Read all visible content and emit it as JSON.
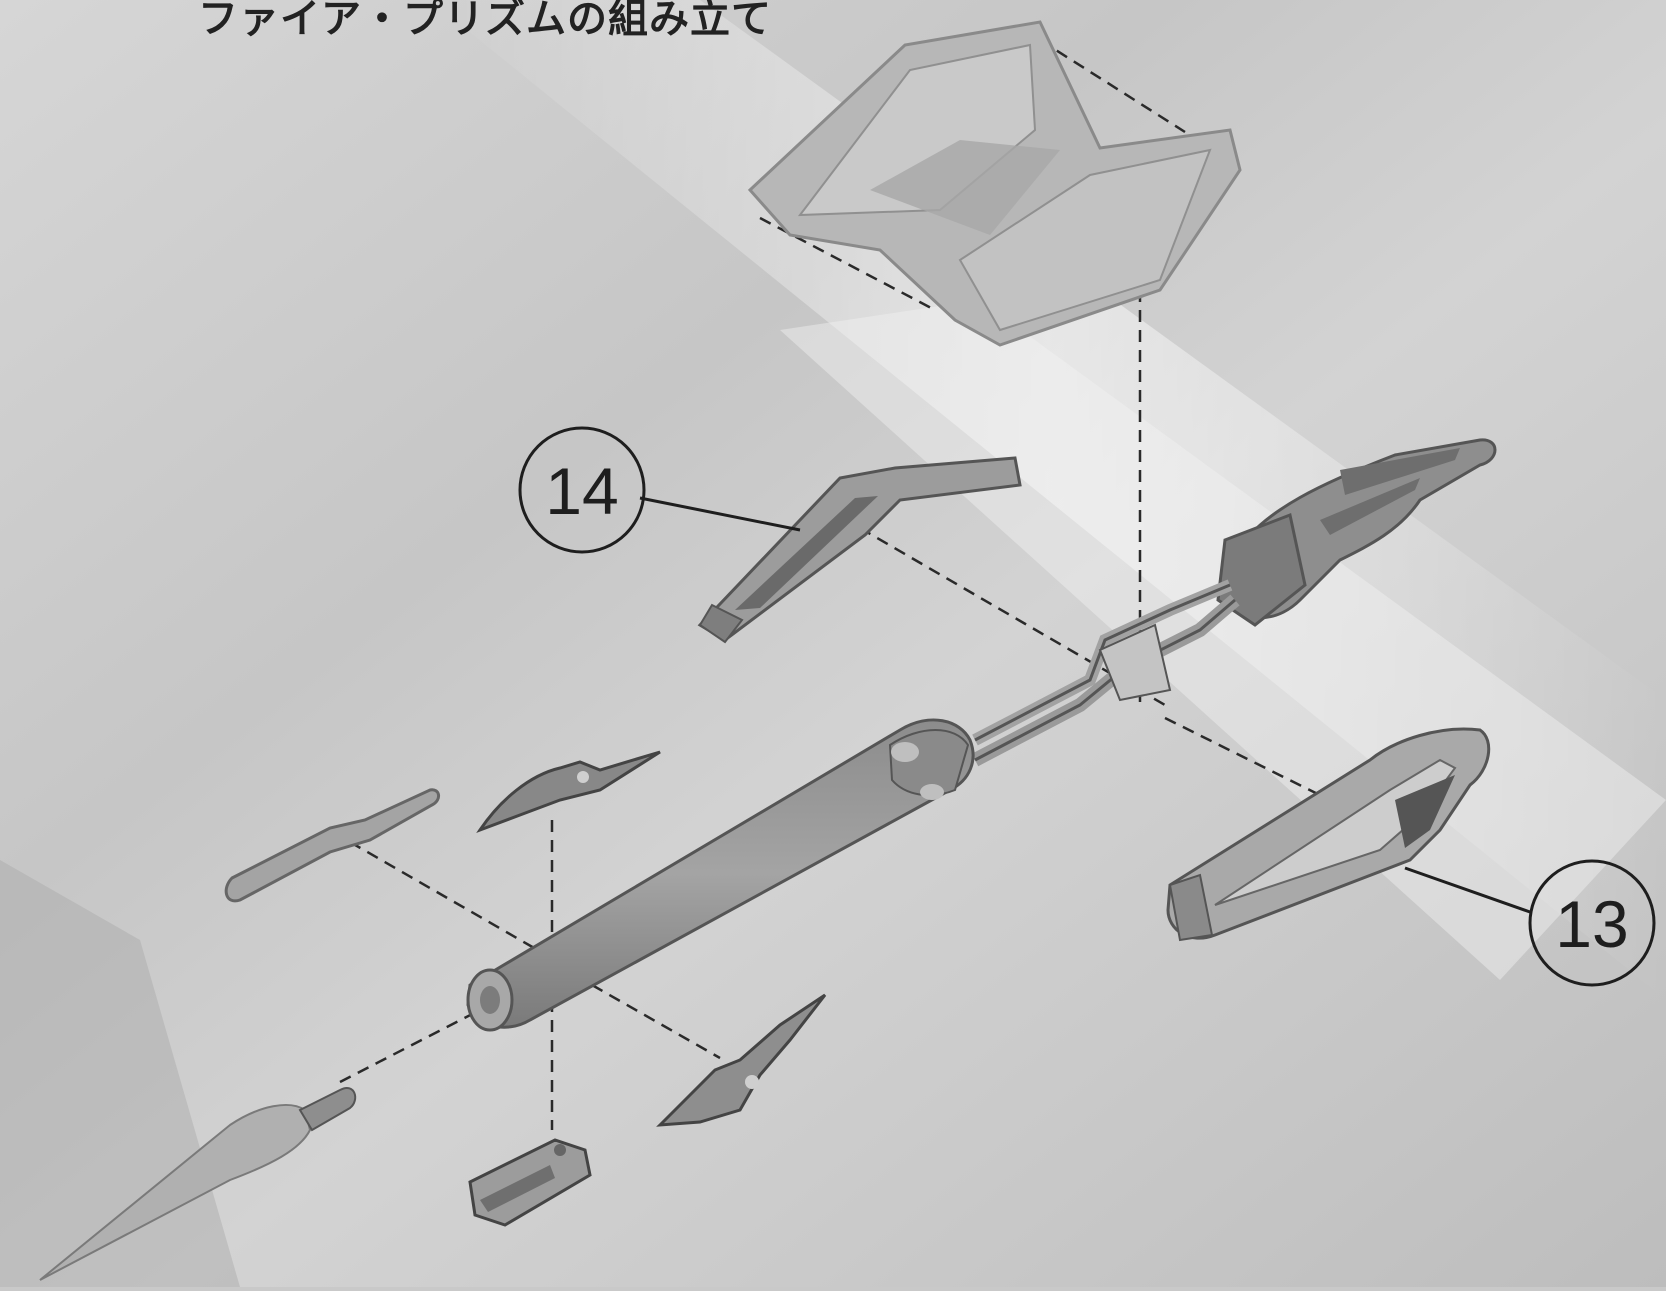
{
  "page": {
    "title": "ファイア・プリズムの組み立て"
  },
  "callouts": [
    {
      "id": "14",
      "label": "14"
    },
    {
      "id": "13",
      "label": "13"
    }
  ],
  "colors": {
    "paper_light": "#e4e4e4",
    "paper_mid": "#cfcfcf",
    "paper_dark": "#b8b8b8",
    "part_fill": "#9a9a9a",
    "part_dark": "#707070",
    "prism_fill": "#b9b9b9",
    "ink": "#1e1e1e"
  }
}
